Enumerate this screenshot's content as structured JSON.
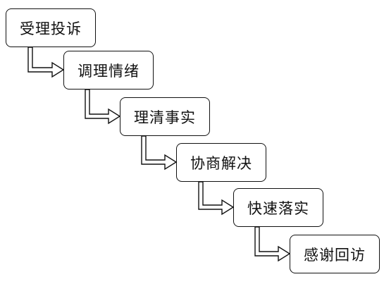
{
  "steps": [
    {
      "label": "受理投诉"
    },
    {
      "label": "调理情绪"
    },
    {
      "label": "理清事实"
    },
    {
      "label": "协商解决"
    },
    {
      "label": "快速落实"
    },
    {
      "label": "感谢回访"
    }
  ],
  "colors": {
    "stroke": "#111111",
    "fill": "#ffffff",
    "text": "#111111"
  }
}
